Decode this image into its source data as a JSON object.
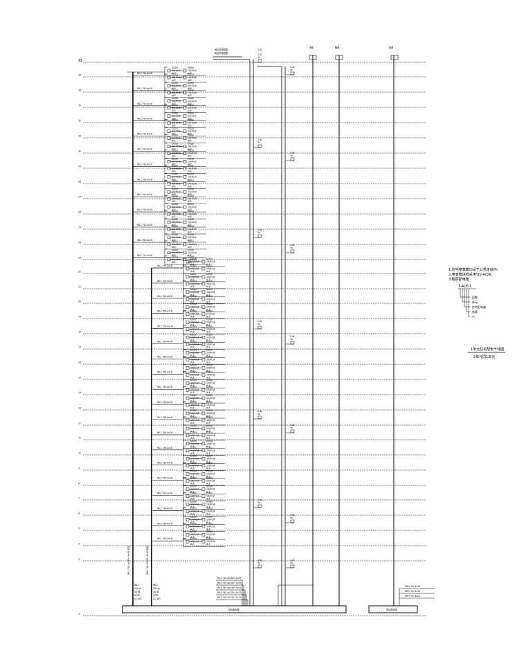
{
  "floor_labels": [
    "屋面",
    "35",
    "34",
    "33",
    "32",
    "31",
    "30",
    "29",
    "28",
    "27",
    "26",
    "25",
    "24",
    "23",
    "22",
    "21",
    "20",
    "19",
    "18",
    "17",
    "16",
    "15",
    "14",
    "13",
    "12",
    "11",
    "10",
    "9",
    "8",
    "7",
    "6",
    "5",
    "4",
    "3",
    "2",
    "1",
    "-1"
  ],
  "top_labels": {
    "left": [
      "低区供电回路",
      "高区供电回路"
    ],
    "riser_a": "1-AL",
    "riser_b": "消防",
    "riser_c": "备用",
    "riser_d": "电梯"
  },
  "meter_box_text": [
    "DDSU",
    "10(40)A",
    "ALE"
  ],
  "riser_tag": [
    "2-AL",
    "3x",
    "照"
  ],
  "feeder_text": [
    "WL1",
    "YJV-4x16"
  ],
  "legend": {
    "notes": [
      "1.住宅电表箱均设于公共走道内,",
      "2.电表箱进线采用YJV-4x16,",
      "3.楼层配电箱"
    ],
    "code": "1-ALE-1",
    "items": [
      "层数",
      "单元",
      "住宅配电箱",
      "电表",
      "户"
    ],
    "caption_line1": "1单元住宅配电干线图",
    "caption_line2": "2单元同1单元"
  },
  "bottom": {
    "main_panel": "低压配电室",
    "side_panel": "低压配电室",
    "feeders": [
      "WL1 YJV-4x185+1x95",
      "WL2 YJV-4x185+1x95",
      "WL3 YJV-4x150+1x70",
      "WL4 YJV-4x150+1x70",
      "WL5 YJV-4x120+1x70"
    ],
    "side_feeders": [
      "WP1 YJV-4x35",
      "WP2 YJV-4x35",
      "WP3 YJV-4x25"
    ]
  }
}
